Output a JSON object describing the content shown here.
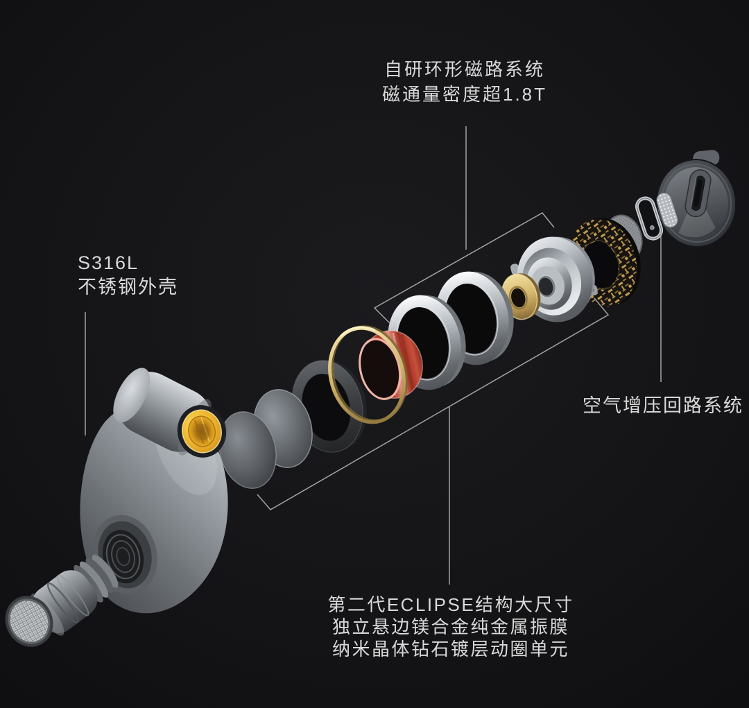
{
  "image_type": "product-exploded-diagram",
  "subject": "in-ear earphone dynamic driver exploded view",
  "background_color": "#121214",
  "annotations": {
    "magnetic_circuit": {
      "line1": "自研环形磁路系统",
      "line2": "磁通量密度超1.8T"
    },
    "shell": {
      "line1": "S316L",
      "line2": "不锈钢外壳"
    },
    "air_pressure": {
      "label": "空气增压回路系统"
    },
    "driver": {
      "line1": "第二代ECLIPSE结构大尺寸",
      "line2": "独立悬边镁合金纯金属振膜",
      "line3": "纳米晶体钻石镀层动圈单元"
    }
  },
  "colors": {
    "text": "#d9d9d9",
    "leader_line": "#a3a3a3",
    "gold_nozzle": "#f0bb32",
    "brass_ring": "#d3b873",
    "brass_washer": "#d6ba70",
    "voice_coil_copper": "#c44a38",
    "pcb_gold": "#c9a351",
    "metal_highlight": "#f3f5f7",
    "metal_shadow": "#46494d"
  }
}
